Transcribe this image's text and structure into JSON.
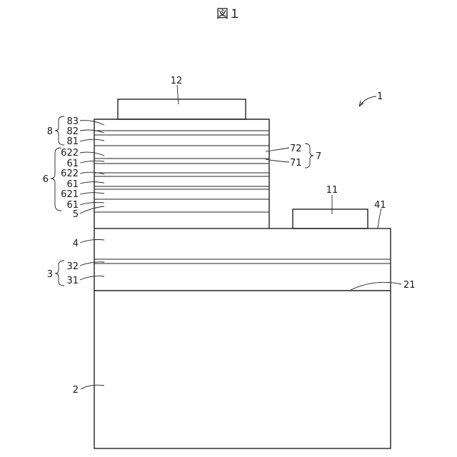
{
  "figure": {
    "title": "図１"
  },
  "labels": {
    "device": "1",
    "substrate": "2",
    "layer_3": "3",
    "layer_31": "31",
    "layer_32": "32",
    "layer_4": "4",
    "layer_4_surface": "41",
    "layer_5": "5",
    "layer_6": "6",
    "layer_6_sub_a": "622",
    "layer_6_sub_b": "61",
    "layer_6_sub_c": "622",
    "layer_6_sub_d": "61",
    "layer_6_sub_e": "621",
    "layer_6_sub_f": "61",
    "layer_7": "7",
    "layer_71": "71",
    "layer_72": "72",
    "layer_8": "8",
    "layer_81": "81",
    "layer_82": "82",
    "layer_83": "83",
    "electrode_11": "11",
    "electrode_12": "12",
    "interface_21": "21"
  }
}
